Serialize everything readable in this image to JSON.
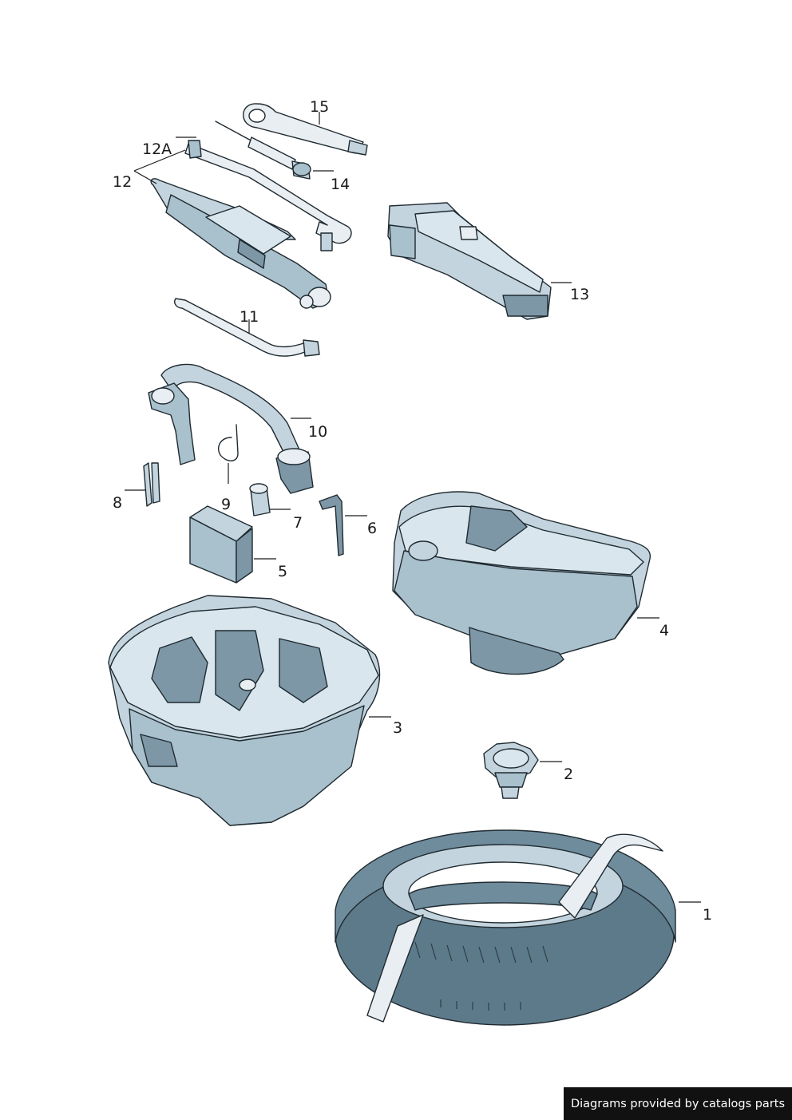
{
  "callouts": {
    "p1": "1",
    "p2": "2",
    "p3": "3",
    "p4": "4",
    "p5": "5",
    "p6": "6",
    "p7": "7",
    "p8": "8",
    "p9": "9",
    "p10": "10",
    "p11": "11",
    "p12": "12",
    "p12a": "12A",
    "p13": "13",
    "p14": "14",
    "p15": "15"
  },
  "credit": "Diagrams provided by catalogs parts"
}
